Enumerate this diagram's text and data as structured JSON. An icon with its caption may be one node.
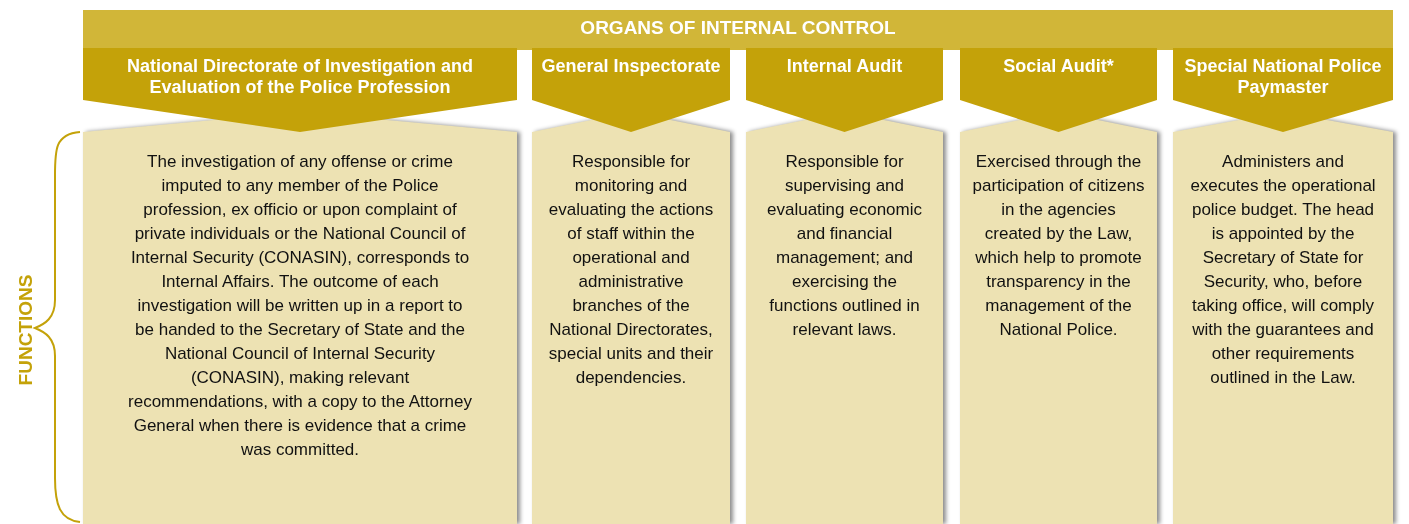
{
  "diagram": {
    "nodes": [
      {
        "text": [
          "ORGANS OF INTERNAL CONTROL"
        ]
      },
      {
        "text": [
          "National Directorate of Investigation and Evaluation of the Police Profession"
        ]
      },
      {
        "text": [
          "The investigation of any offense or crime imputed to any member of the Police profession, ex officio or upon complaint of private individuals or the National Council of Internal Security (CONASIN), corresponds to Internal Affairs. The outcome of each investigation will be written up in a report to be handed to the Secretary of State and the National Council of Internal Security (CONASIN), making relevant recommendations, with a copy to the Attorney General when there is evidence that a crime was committed."
        ]
      },
      {
        "text": [
          "General Inspectorate"
        ]
      },
      {
        "text": [
          "Responsible for monitoring and evaluating the actions of staff within the operational and administrative branches of the National Directorates, special units and their dependencies."
        ]
      },
      {
        "text": [
          "Internal Audit"
        ]
      },
      {
        "text": [
          "Responsible for supervising and evaluating economic and financial management; and exercising the functions outlined in relevant laws."
        ]
      },
      {
        "text": [
          "Social Audit*"
        ]
      },
      {
        "text": [
          "Exercised through the participation of citizens in the agencies created by the Law, which help to promote transparency in the management of the National Police."
        ]
      },
      {
        "text": [
          "Special National Police Paymaster"
        ]
      },
      {
        "text": [
          "Administers and executes the operational police budget. The head is appointed by the Secretary of State for Security, who, before taking office, will comply with the guarantees and other requirements outlined in the Law."
        ]
      }
    ],
    "edges": [],
    "labels": [
      "FUNCTIONS"
    ]
  }
}
